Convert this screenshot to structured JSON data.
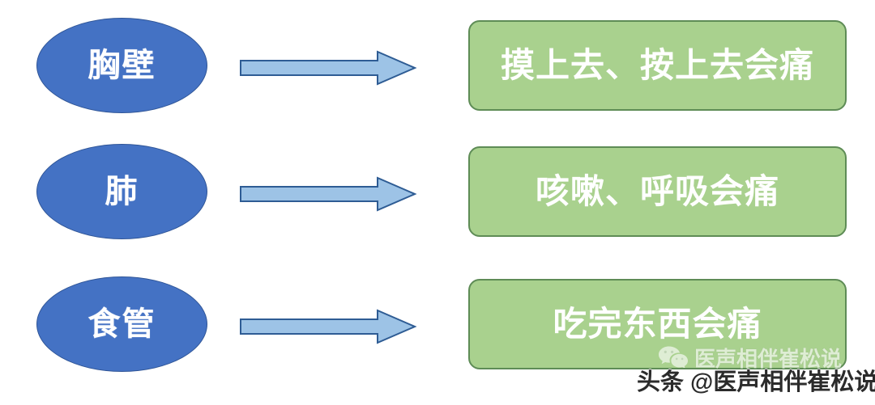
{
  "diagram": {
    "type": "flow-mapping",
    "rows": [
      {
        "source": "胸壁",
        "arrow": "right-arrow",
        "symptom": "摸上去、按上去会痛"
      },
      {
        "source": "肺",
        "arrow": "right-arrow",
        "symptom": "咳嗽、呼吸会痛"
      },
      {
        "source": "食管",
        "arrow": "right-arrow",
        "symptom": "吃完东西会痛"
      }
    ]
  },
  "watermark": {
    "upper_text": "医声相伴崔松说",
    "lower_text": "头条 @医声相伴崔松说",
    "icon": "wechat-icon"
  },
  "colors": {
    "ellipse_fill": "#4472C4",
    "ellipse_border": "#2F5597",
    "box_fill": "#A9D18E",
    "box_border": "#5E8C56",
    "arrow_fill": "#9DC3E6",
    "arrow_border": "#2E5C94",
    "text_light": "#FFFFFF",
    "background": "#FFFFFF"
  }
}
